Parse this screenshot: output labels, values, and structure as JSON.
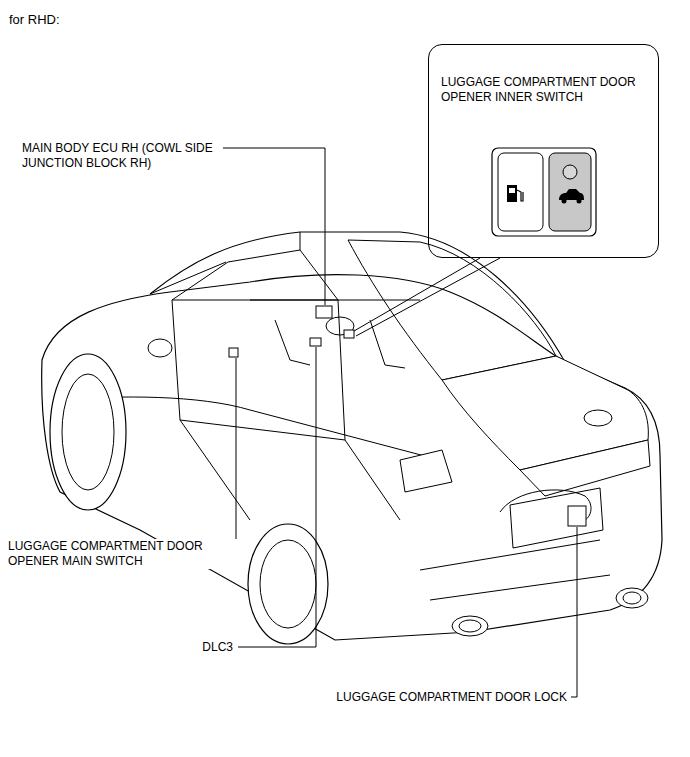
{
  "diagram": {
    "nodes": [
      {
        "text": [
          "LUGGAGE COMPARTMENT DOOR OPENER INNER SWITCH"
        ]
      }
    ],
    "labels": [
      "for RHD:",
      "MAIN BODY ECU RH (COWL SIDE JUNCTION BLOCK RH)",
      "LUGGAGE COMPARTMENT DOOR OPENER MAIN SWITCH",
      "DLC3",
      "LUGGAGE COMPARTMENT DOOR LOCK"
    ]
  }
}
